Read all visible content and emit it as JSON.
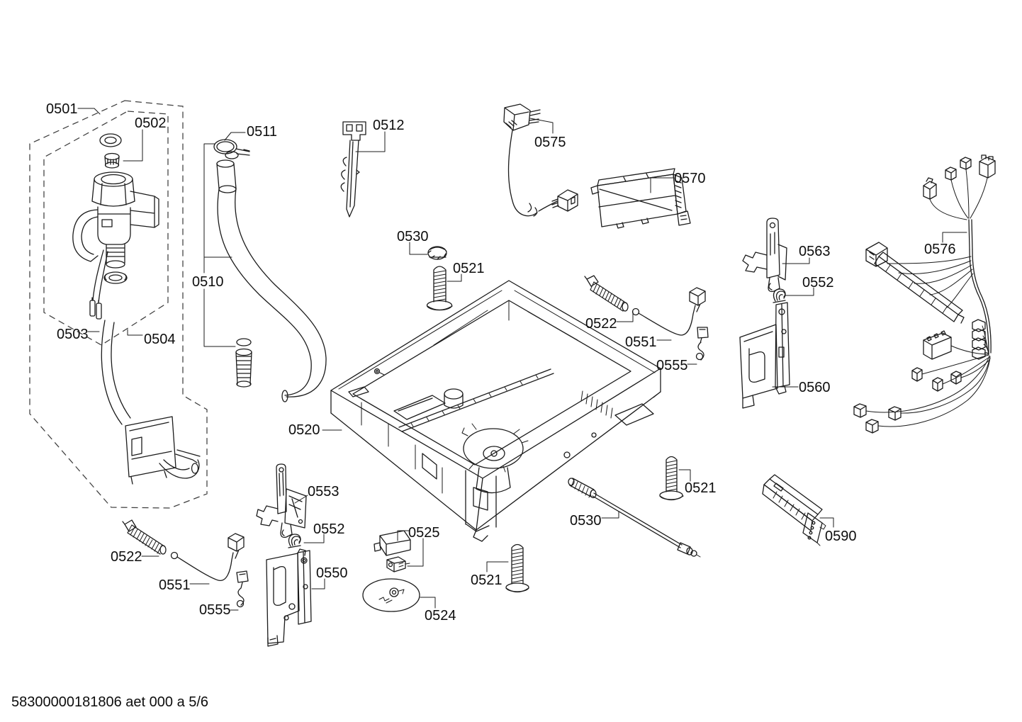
{
  "document": {
    "footer_text": "58300000181806 aet 000 a 5/6"
  },
  "colors": {
    "background": "#ffffff",
    "line": "#1b1b1b",
    "label_text": "#0d0d0d"
  },
  "diagram_kind": "exploded-parts-diagram",
  "parts": [
    {
      "label": "0501",
      "name": "aquastop-valve-assembly"
    },
    {
      "label": "0502",
      "name": "seal-filter-set"
    },
    {
      "label": "0503",
      "name": "lead-terminals"
    },
    {
      "label": "0504",
      "name": "aquastop-hose-unit"
    },
    {
      "label": "0510",
      "name": "drain-hose"
    },
    {
      "label": "0511",
      "name": "hose-clamp"
    },
    {
      "label": "0512",
      "name": "fastening-strip"
    },
    {
      "label": "0520",
      "name": "base-tray"
    },
    {
      "label": "0521",
      "name": "screw-top"
    },
    {
      "label": "0521",
      "name": "screw-bottom"
    },
    {
      "label": "0521",
      "name": "screw-right"
    },
    {
      "label": "0522",
      "name": "spring-left"
    },
    {
      "label": "0522",
      "name": "spring-right"
    },
    {
      "label": "0524",
      "name": "cover-disc"
    },
    {
      "label": "0525",
      "name": "switch-unit"
    },
    {
      "label": "0530",
      "name": "spindle-nut"
    },
    {
      "label": "0530",
      "name": "adjusting-spindle"
    },
    {
      "label": "0550",
      "name": "mounting-bracket-left"
    },
    {
      "label": "0551",
      "name": "cable-left"
    },
    {
      "label": "0551",
      "name": "cable-right"
    },
    {
      "label": "0552",
      "name": "clip-left"
    },
    {
      "label": "0552",
      "name": "clip-right"
    },
    {
      "label": "0553",
      "name": "hinge-bracket-left"
    },
    {
      "label": "0555",
      "name": "cable-holder-left"
    },
    {
      "label": "0555",
      "name": "cable-holder-right"
    },
    {
      "label": "0560",
      "name": "hinge-bracket-right"
    },
    {
      "label": "0563",
      "name": "support-bracket"
    },
    {
      "label": "0570",
      "name": "control-module"
    },
    {
      "label": "0575",
      "name": "power-cord"
    },
    {
      "label": "0576",
      "name": "wiring-harness"
    },
    {
      "label": "0590",
      "name": "adjustment-rail"
    }
  ]
}
